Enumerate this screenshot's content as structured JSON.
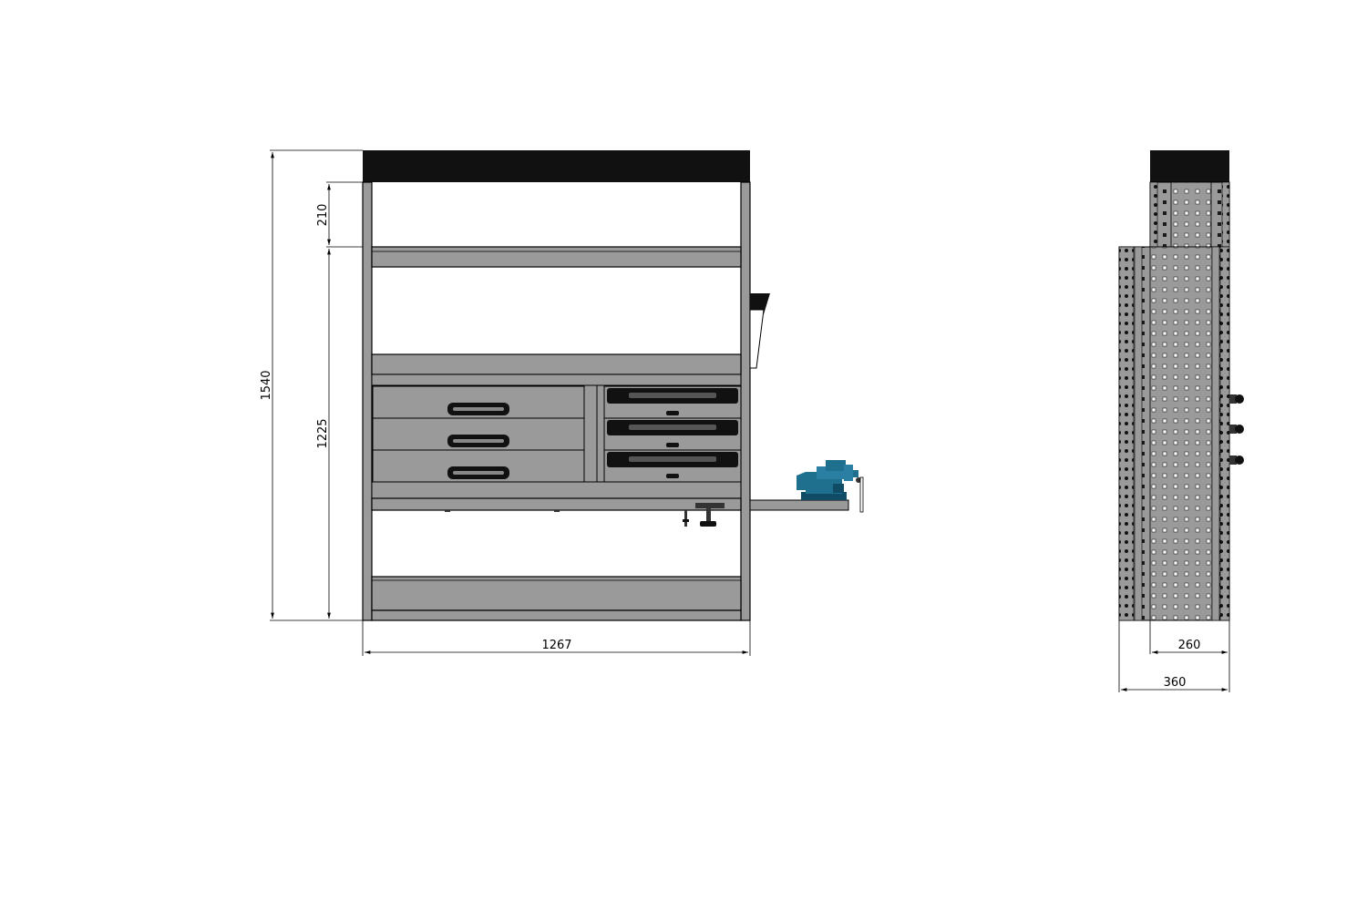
{
  "front_view": {
    "dimensions": {
      "total_height": "1540",
      "top_gap": "210",
      "lower_height": "1225",
      "width": "1267"
    },
    "left_drawer_count": 3,
    "right_case_count": 3,
    "vise_color": "#1f6f8f"
  },
  "side_view": {
    "dimensions": {
      "upper_depth": "260",
      "lower_depth": "360"
    }
  },
  "colors": {
    "panel_gray": "#9a9a9a",
    "top_cap": "#111111",
    "line": "#000000",
    "perforation": "#1a1a1a"
  }
}
